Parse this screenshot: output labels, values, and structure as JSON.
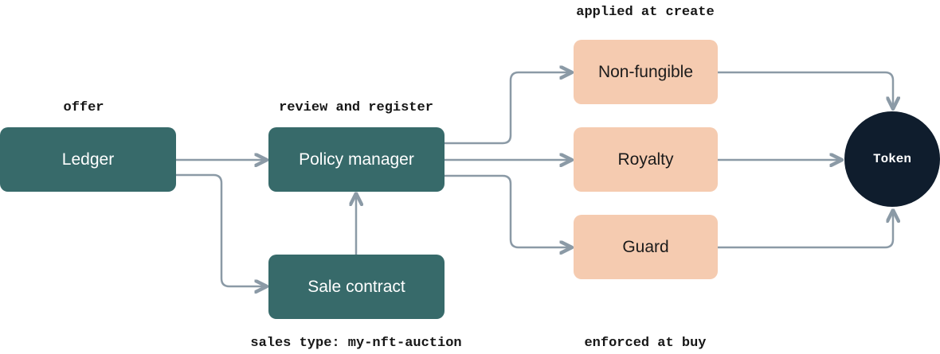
{
  "nodes": {
    "ledger": "Ledger",
    "policy_manager": "Policy manager",
    "sale_contract": "Sale contract",
    "non_fungible": "Non-fungible",
    "royalty": "Royalty",
    "guard": "Guard",
    "token": "Token"
  },
  "annotations": {
    "offer": "offer",
    "review_register": "review and register",
    "applied_at_create": "applied at create",
    "sales_type": "sales type: my-nft-auction",
    "enforced_at_buy": "enforced at buy"
  },
  "colors": {
    "teal_node": "#376a6a",
    "peach_node": "#f5cbb0",
    "token_node": "#0f1d2d",
    "edge": "#8b9aa6"
  },
  "edges": [
    {
      "from": "Ledger",
      "to": "Policy manager"
    },
    {
      "from": "Ledger",
      "to": "Sale contract"
    },
    {
      "from": "Sale contract",
      "to": "Policy manager"
    },
    {
      "from": "Policy manager",
      "to": "Non-fungible"
    },
    {
      "from": "Policy manager",
      "to": "Royalty"
    },
    {
      "from": "Policy manager",
      "to": "Guard"
    },
    {
      "from": "Non-fungible",
      "to": "Token"
    },
    {
      "from": "Royalty",
      "to": "Token"
    },
    {
      "from": "Guard",
      "to": "Token"
    }
  ]
}
